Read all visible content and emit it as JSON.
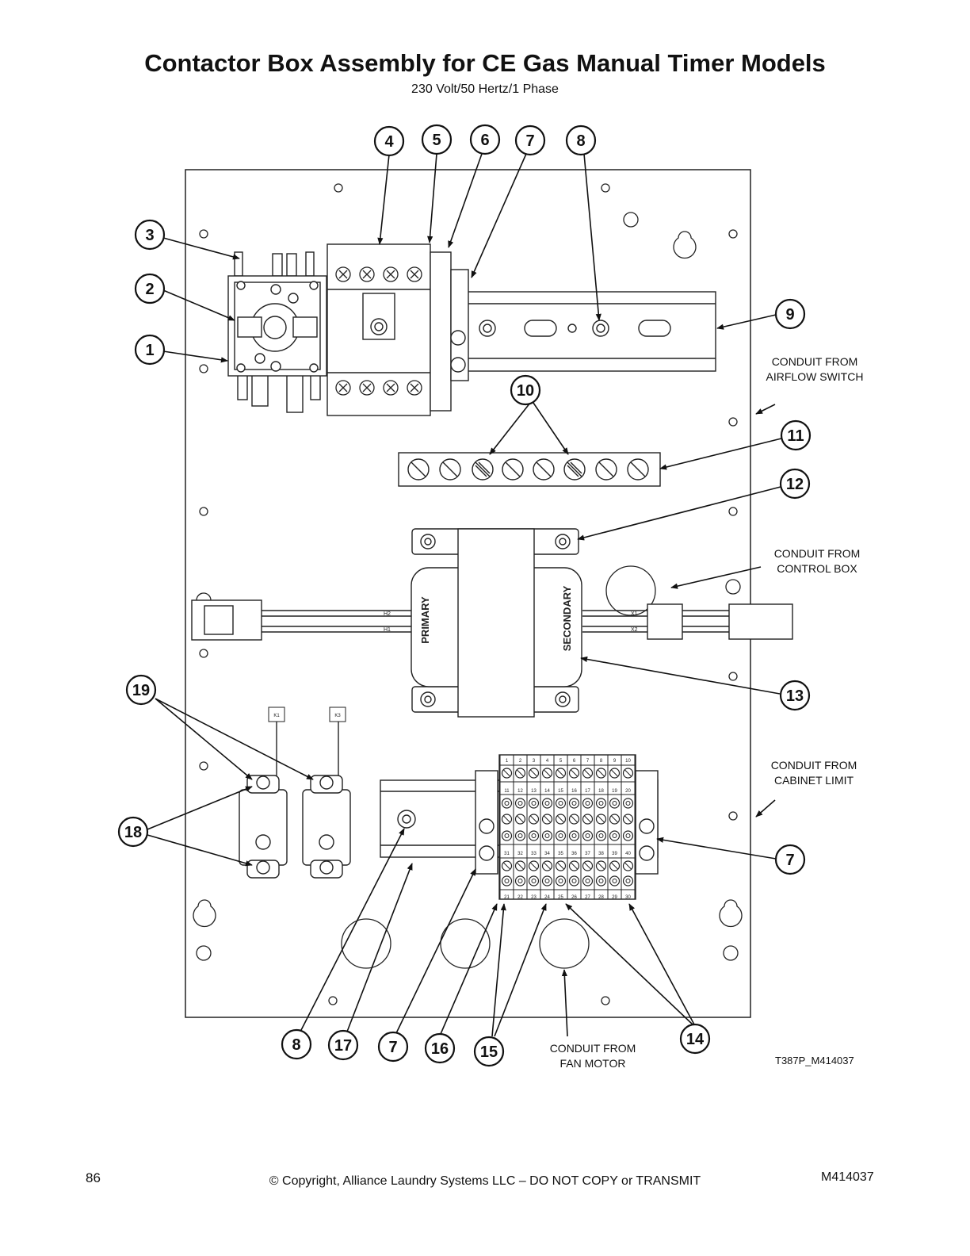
{
  "title": "Contactor Box Assembly for CE Gas Manual Timer Models",
  "subtitle": "230 Volt/50 Hertz/1 Phase",
  "callouts": {
    "c1": "1",
    "c2": "2",
    "c3": "3",
    "c4": "4",
    "c5": "5",
    "c6": "6",
    "c7a": "7",
    "c8a": "8",
    "c9": "9",
    "c10": "10",
    "c11": "11",
    "c12": "12",
    "c13": "13",
    "c19": "19",
    "c18": "18",
    "c7b": "7",
    "c8b": "8",
    "c17": "17",
    "c7c": "7",
    "c16": "16",
    "c15": "15",
    "c14": "14"
  },
  "conduits": {
    "airflow_1": "CONDUIT FROM",
    "airflow_2": "AIRFLOW SWITCH",
    "control_1": "CONDUIT FROM",
    "control_2": "CONTROL BOX",
    "cabinet_1": "CONDUIT FROM",
    "cabinet_2": "CABINET LIMIT",
    "fan_1": "CONDUIT FROM",
    "fan_2": "FAN MOTOR"
  },
  "transformer": {
    "primary": "PRIMARY",
    "secondary": "SECONDARY",
    "h1": "H1",
    "h2": "H2",
    "x1": "X1",
    "x2": "X2"
  },
  "relays": {
    "k1": "K1",
    "k3": "K3"
  },
  "terminal_rows": {
    "row1": [
      "1",
      "2",
      "3",
      "4",
      "5",
      "6",
      "7",
      "8",
      "9",
      "10"
    ],
    "row2": [
      "11",
      "12",
      "13",
      "14",
      "15",
      "16",
      "17",
      "18",
      "19",
      "20"
    ],
    "row3": [
      "31",
      "32",
      "33",
      "34",
      "35",
      "36",
      "37",
      "38",
      "39",
      "40"
    ],
    "row4": [
      "21",
      "22",
      "23",
      "24",
      "25",
      "26",
      "27",
      "28",
      "29",
      "30"
    ]
  },
  "drawing_id": "T387P_M414037",
  "footer": {
    "page": "86",
    "copyright": "© Copyright, Alliance Laundry Systems LLC – DO NOT COPY or TRANSMIT",
    "doc": "M414037"
  }
}
